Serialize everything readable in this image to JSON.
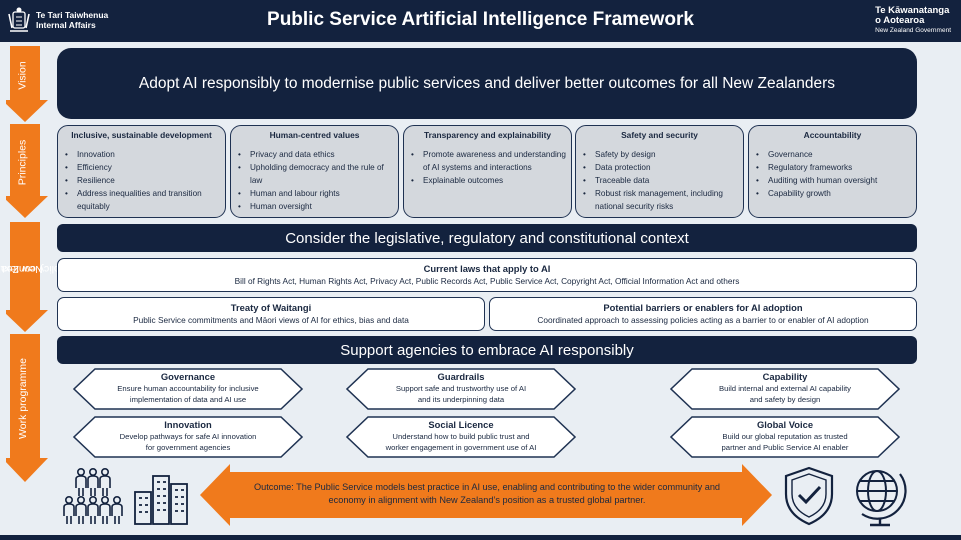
{
  "header": {
    "title": "Public Service Artificial Intelligence Framework",
    "logo_left": [
      "Te Tari Taiwhenua",
      "Internal Affairs"
    ],
    "logo_right": [
      "Te Kāwanatanga",
      "o Aotearoa",
      "New Zealand Government"
    ]
  },
  "side_labels": {
    "vision": "Vision",
    "principles": "Principles",
    "policy_context": [
      "New Zealand",
      "policy context"
    ],
    "work_programme": "Work programme"
  },
  "vision": "Adopt AI responsibly to modernise public services and deliver better outcomes for all New Zealanders",
  "principles": [
    {
      "title": "Inclusive, sustainable development",
      "items": [
        "Innovation",
        "Efficiency",
        "Resilience",
        "Address inequalities and transition equitably"
      ]
    },
    {
      "title": "Human-centred values",
      "items": [
        "Privacy and data ethics",
        "Upholding democracy and the rule of law",
        "Human and labour rights",
        "Human oversight"
      ]
    },
    {
      "title": "Transparency and explainability",
      "items": [
        "Promote awareness and understanding of AI systems and interactions",
        "Explainable outcomes"
      ]
    },
    {
      "title": "Safety and security",
      "items": [
        "Safety by design",
        "Data protection",
        "Traceable data",
        "Robust risk management, including national security risks"
      ]
    },
    {
      "title": "Accountability",
      "items": [
        "Governance",
        "Regulatory frameworks",
        "Auditing with human oversight",
        "Capability growth"
      ]
    }
  ],
  "context": {
    "banner": "Consider the legislative, regulatory and constitutional context",
    "current_laws": {
      "title": "Current laws that apply to AI",
      "text": "Bill of Rights Act, Human Rights Act, Privacy Act, Public Records Act, Public Service Act, Copyright Act, Official Information Act and others"
    },
    "treaty": {
      "title": "Treaty of Waitangi",
      "text": "Public Service commitments and Māori views of AI for ethics, bias and data"
    },
    "barriers": {
      "title": "Potential barriers or enablers for AI adoption",
      "text": "Coordinated approach to assessing policies acting as a barrier to or enabler of AI adoption"
    }
  },
  "work": {
    "banner": "Support agencies to embrace AI responsibly",
    "items": [
      {
        "title": "Governance",
        "lines": [
          "Ensure human accountability for inclusive",
          "implementation of data and  AI use"
        ]
      },
      {
        "title": "Guardrails",
        "lines": [
          "Support safe and trustworthy use of AI",
          "and its underpinning data"
        ]
      },
      {
        "title": "Capability",
        "lines": [
          "Build internal and external AI capability",
          "and safety by design"
        ]
      },
      {
        "title": "Innovation",
        "lines": [
          "Develop pathways for safe AI innovation",
          "for government agencies"
        ]
      },
      {
        "title": "Social Licence",
        "lines": [
          "Understand how to build public trust and",
          "worker engagement in government use of AI"
        ]
      },
      {
        "title": "Global Voice",
        "lines": [
          "Build our global reputation as trusted",
          "partner and Public Service AI enabler"
        ]
      }
    ]
  },
  "outcome": "Outcome: The Public Service models best practice in AI use, enabling and contributing to the wider community and economy in alignment with New Zealand’s position as a trusted global partner.",
  "colors": {
    "navy": "#13223e",
    "orange": "#f07a1c",
    "grey_box": "#d4d8dd",
    "background": "#e9eef3"
  },
  "icons": [
    "crest-icon",
    "people-group-icon",
    "buildings-icon",
    "shield-check-icon",
    "globe-icon"
  ]
}
